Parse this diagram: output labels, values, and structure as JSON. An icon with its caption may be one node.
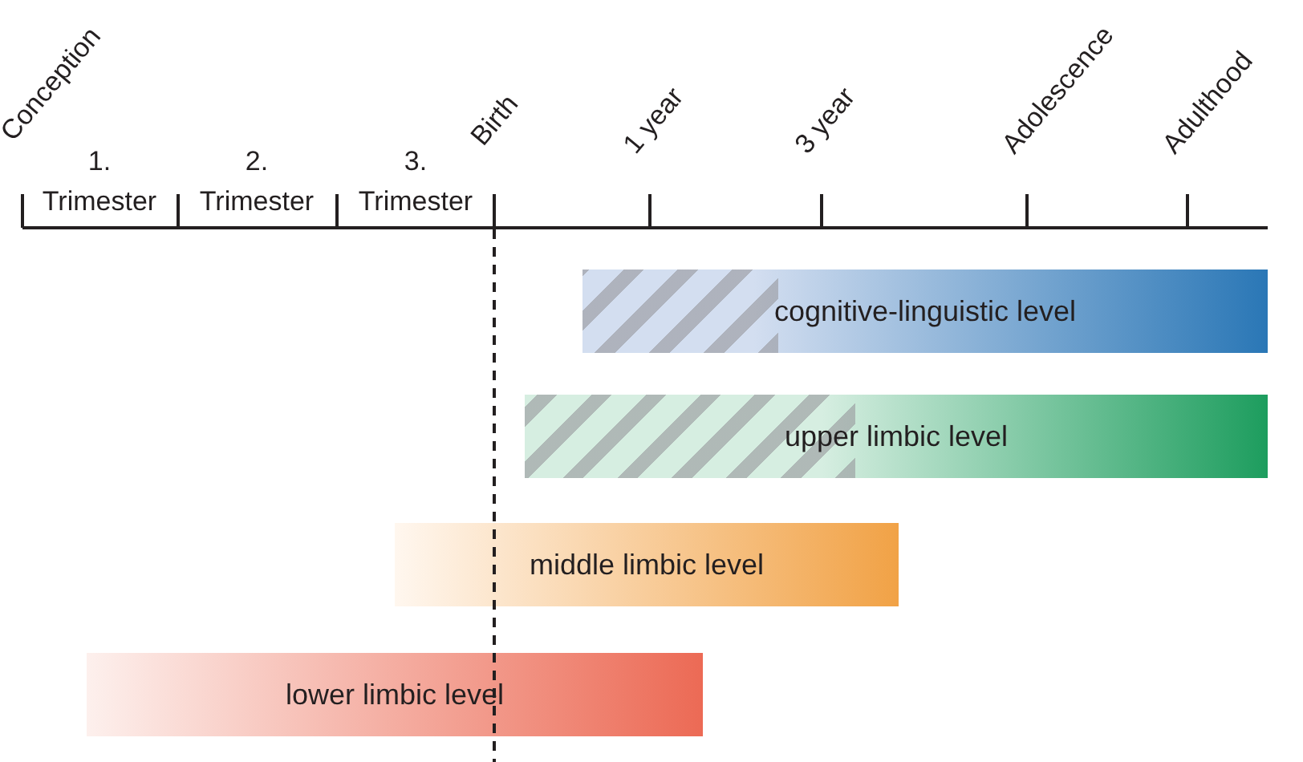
{
  "diagram": {
    "nodes": [
      {
        "text": [
          "cognitive-linguistic level"
        ]
      },
      {
        "text": [
          "upper limbic level"
        ]
      },
      {
        "text": [
          "middle limbic level"
        ]
      },
      {
        "text": [
          "lower limbic level"
        ]
      }
    ],
    "edges": [],
    "labels": [
      "Conception",
      "1. Trimester",
      "2. Trimester",
      "3. Trimester",
      "Birth",
      "1 year",
      "3 year",
      "Adolescence",
      "Adulthood"
    ]
  }
}
